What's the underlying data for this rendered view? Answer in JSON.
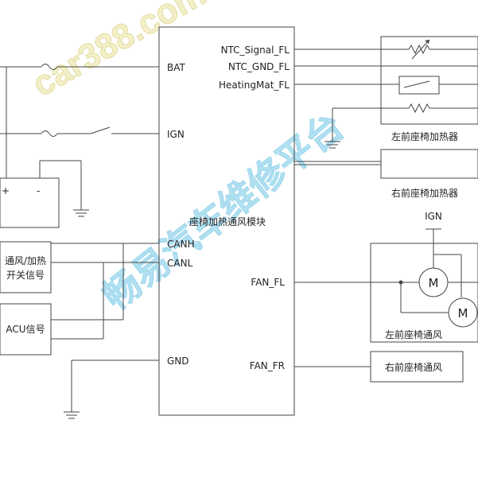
{
  "watermark": {
    "logo": "car388.com",
    "text": "畅易汽车维修平台",
    "logo_fill": "#f3f0c8",
    "text_fill": "#bfe6f4"
  },
  "module": {
    "title": "座椅加热通风模块",
    "pins": {
      "bat": "BAT",
      "ign": "IGN",
      "canh": "CANH",
      "canl": "CANL",
      "gnd": "GND",
      "ntc_signal": "NTC_Signal_FL",
      "ntc_gnd": "NTC_GND_FL",
      "heatingmat": "HeatingMat_FL",
      "fan_fl": "FAN_FL",
      "fan_fr": "FAN_FR"
    }
  },
  "battery": {
    "plus": "+",
    "minus": "-"
  },
  "switch_signal": {
    "line1": "通风/加热",
    "line2": "开关信号"
  },
  "acu_signal": {
    "label": "ACU信号"
  },
  "heaters": {
    "left": "左前座椅加热器",
    "right": "右前座椅加热器"
  },
  "fans": {
    "ign_label": "IGN",
    "motor_label": "M",
    "left": "左前座椅通风",
    "right": "右前座椅通风"
  }
}
